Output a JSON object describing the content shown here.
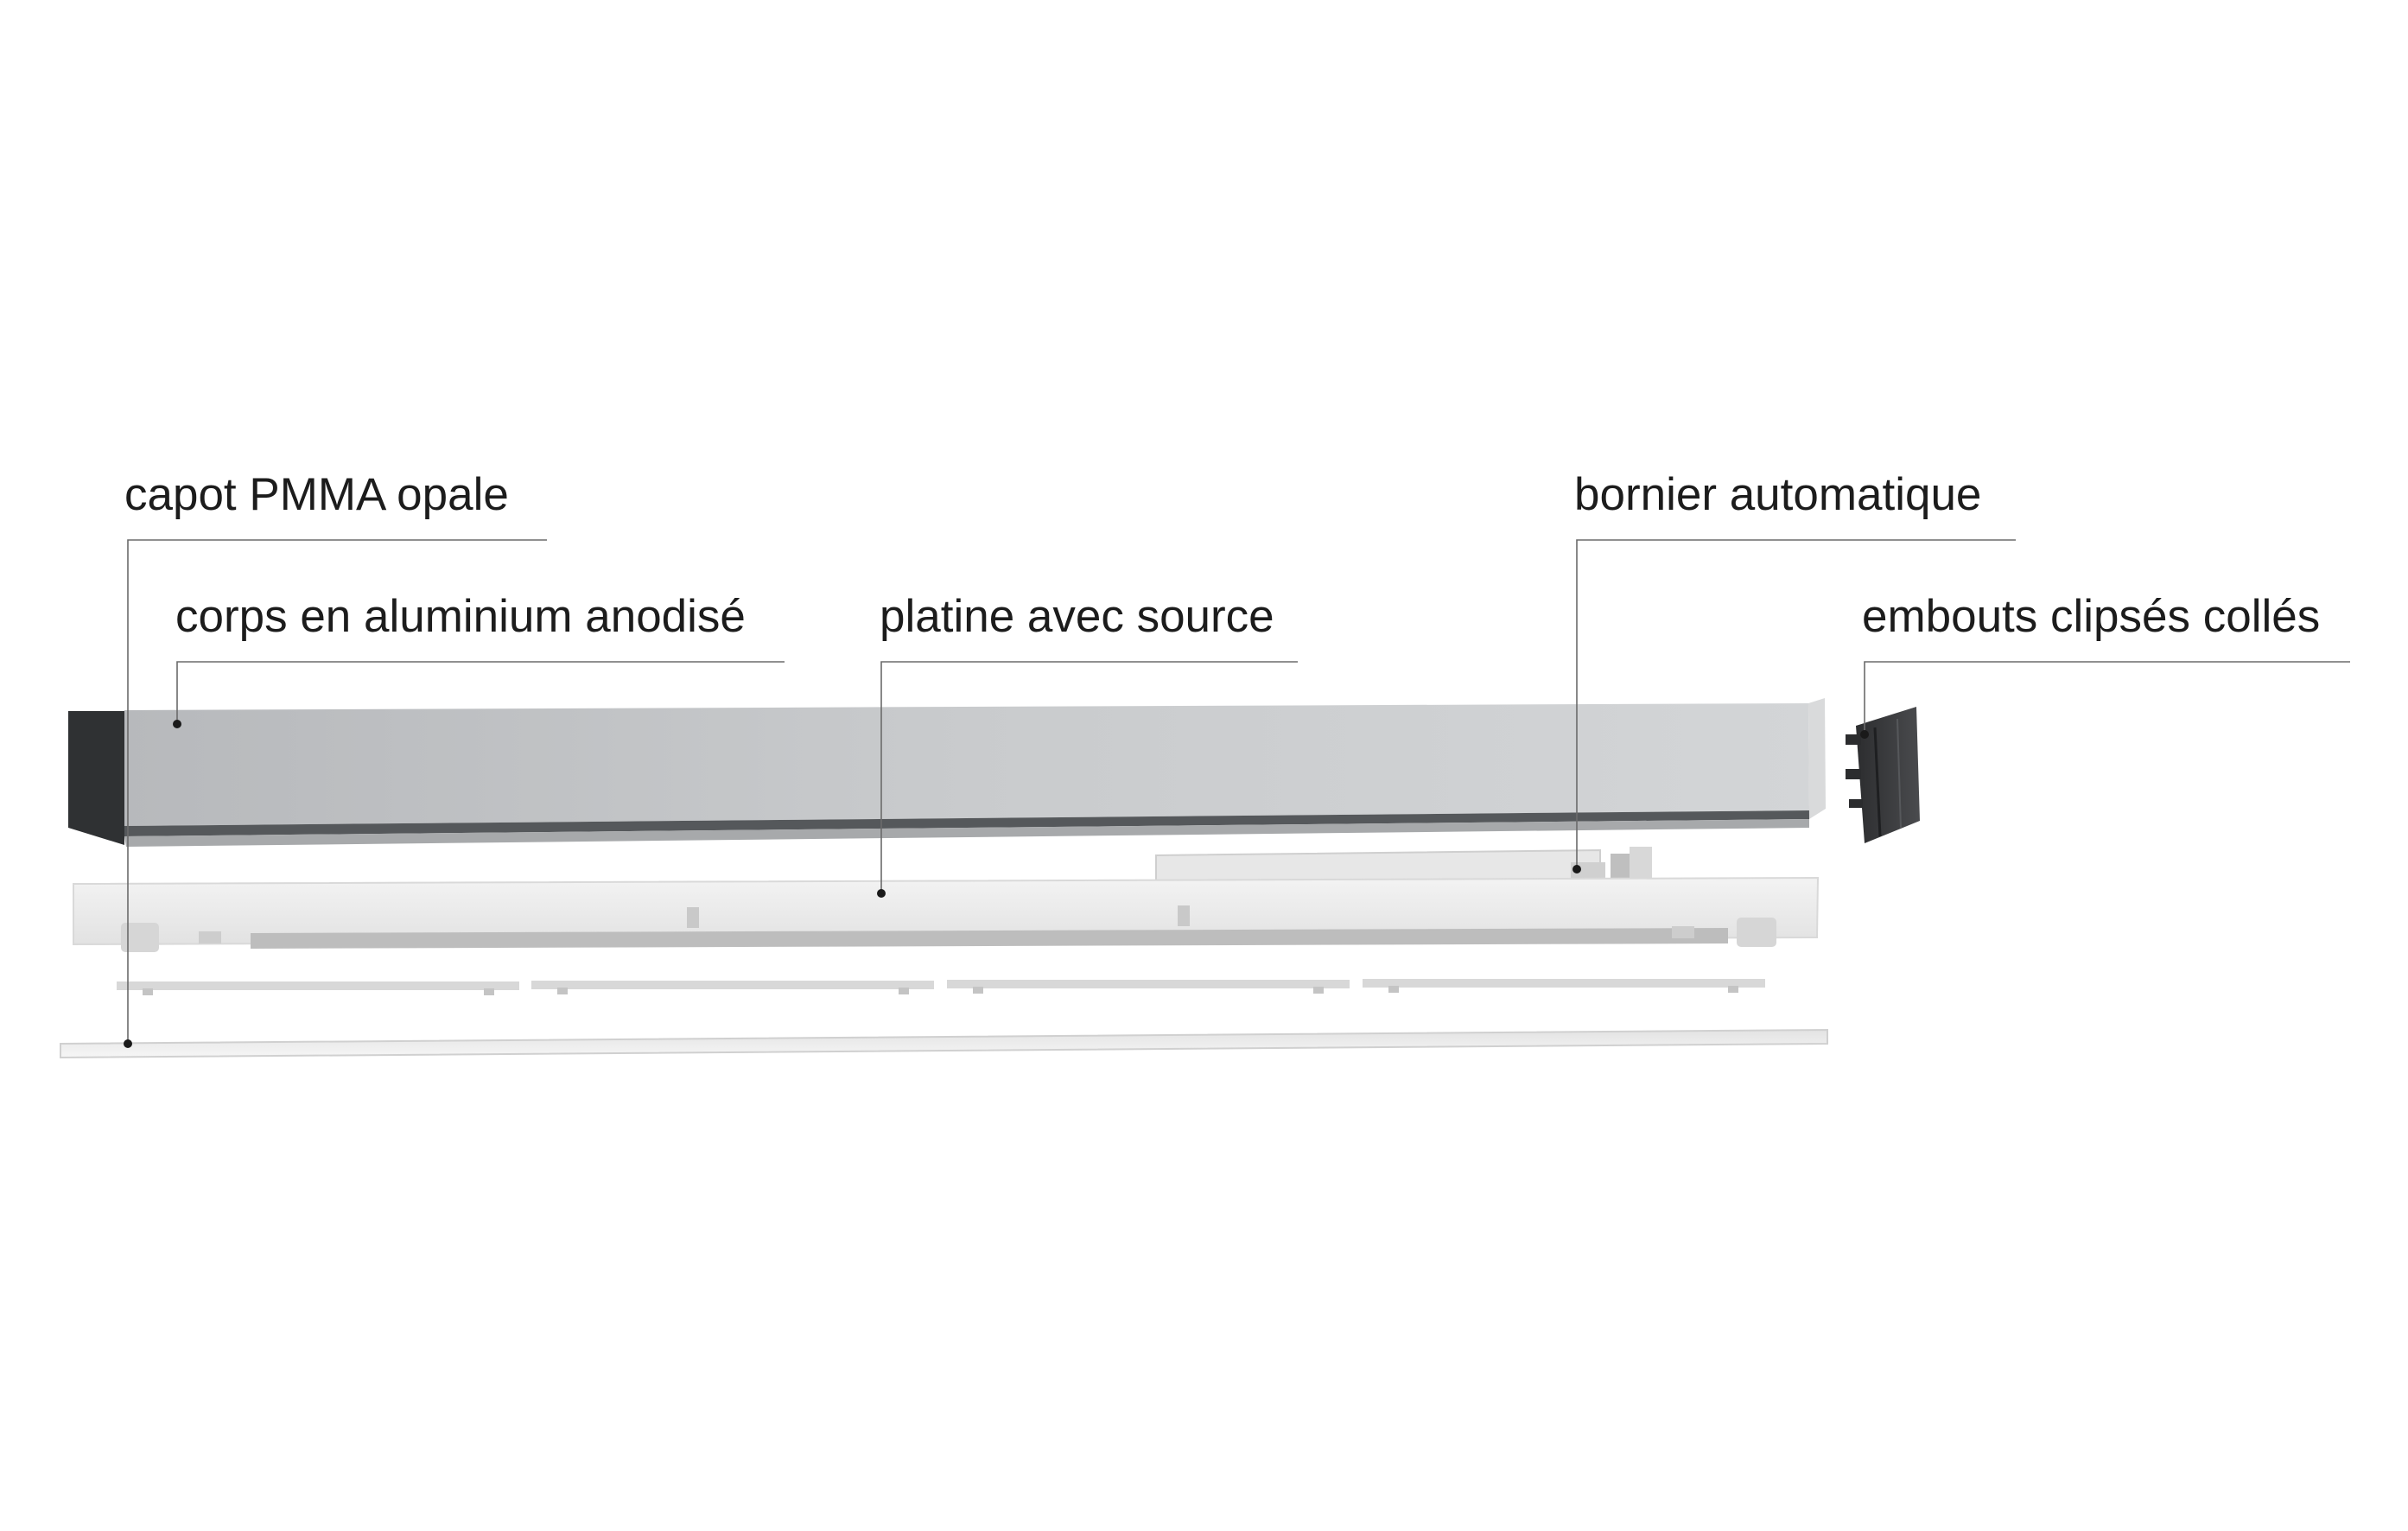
{
  "labels": {
    "capot": "capot PMMA opale",
    "corps": "corps en aluminium anodisé",
    "platine": "platine avec source",
    "bornier": "bornier automatique",
    "embouts": "embouts clipsés collés"
  },
  "colors": {
    "text": "#1c1c1c",
    "leader_line": "#6b6b6b",
    "aluminium_body": "#c4c6c8",
    "aluminium_shadow": "#3e4042",
    "end_cap": "#3a3b3d",
    "plate": "#ebebeb",
    "diffuser": "#f1f1f1"
  }
}
